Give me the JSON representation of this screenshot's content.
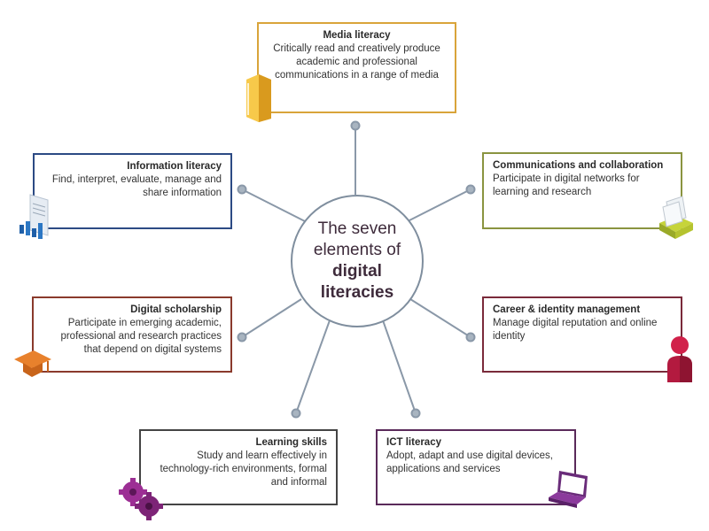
{
  "hub": {
    "line1": "The seven",
    "line2": "elements of",
    "line3": "digital",
    "line4": "literacies"
  },
  "elements": {
    "media": {
      "title": "Media literacy",
      "description": "Critically read and creatively produce academic and professional communications in a range of media"
    },
    "information": {
      "title": "Information literacy",
      "description": "Find, interpret, evaluate, manage and share information"
    },
    "communications": {
      "title": "Communications and collaboration",
      "description": "Participate in digital networks for learning and research"
    },
    "scholarship": {
      "title": "Digital scholarship",
      "description": "Participate in emerging academic, professional and research practices that depend on digital systems"
    },
    "career": {
      "title": "Career & identity management",
      "description": "Manage digital reputation and online identity"
    },
    "learning": {
      "title": "Learning skills",
      "description": "Study and learn effectively in technology-rich environments, formal and informal"
    },
    "ict": {
      "title": "ICT literacy",
      "description": "Adopt, adapt and use digital devices, applications and services"
    }
  },
  "icons": {
    "media": "book-icon",
    "information": "document-chart-icon",
    "communications": "inbox-tray-icon",
    "scholarship": "graduation-cap-icon",
    "career": "person-icon",
    "learning": "gears-icon",
    "ict": "laptop-icon"
  },
  "colors": {
    "media": "#d9a43a",
    "information": "#2c4a84",
    "communications": "#8a9440",
    "scholarship": "#8a3a2c",
    "career": "#7a2a3a",
    "learning": "#444444",
    "ict": "#5a2a5a",
    "connector": "#7f8e9e",
    "hub_text": "#3e2b3b"
  }
}
